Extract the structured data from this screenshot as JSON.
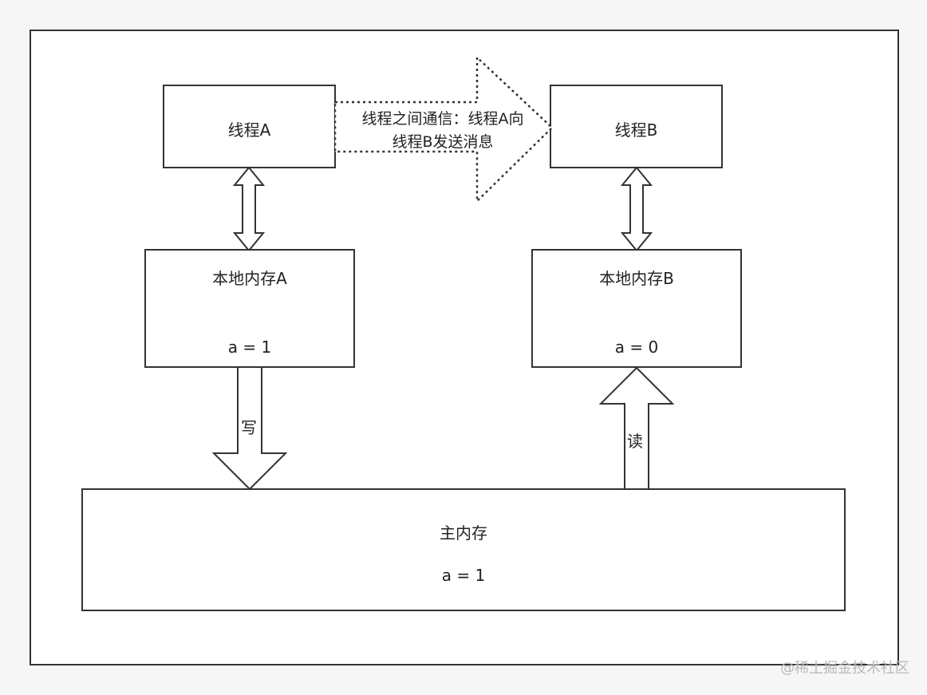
{
  "diagram": {
    "thread_a": "线程A",
    "thread_b": "线程B",
    "message_line1": "线程之间通信：线程A向",
    "message_line2": "线程B发送消息",
    "local_mem_a_title": "本地内存A",
    "local_mem_a_value": "a = 1",
    "local_mem_b_title": "本地内存B",
    "local_mem_b_value": "a = 0",
    "write_label": "写",
    "read_label": "读",
    "main_mem_title": "主内存",
    "main_mem_value": "a = 1"
  },
  "watermark": "@稀土掘金技术社区",
  "colors": {
    "background": "#f6f6f6",
    "box_fill": "#ffffff",
    "stroke": "#333333"
  }
}
